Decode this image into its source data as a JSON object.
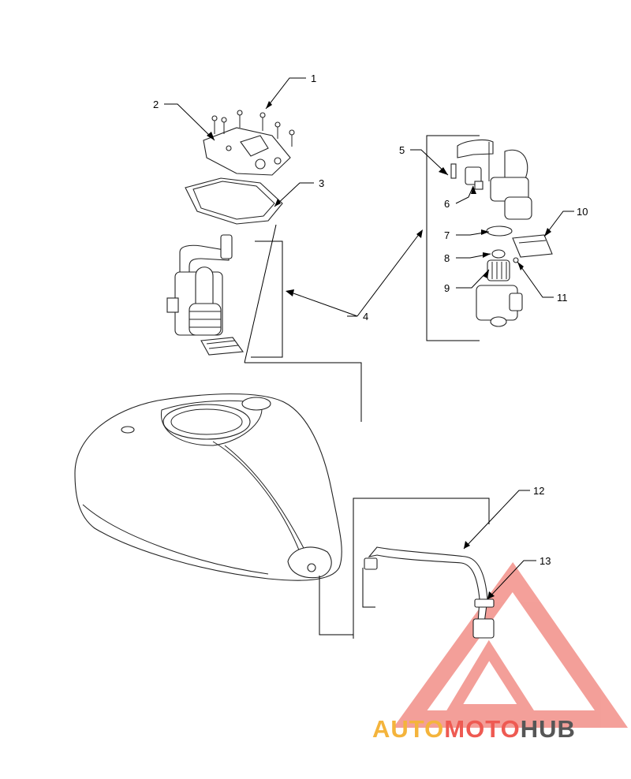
{
  "callouts": [
    "1",
    "2",
    "3",
    "4",
    "5",
    "6",
    "7",
    "8",
    "9",
    "10",
    "11",
    "12",
    "13"
  ],
  "watermark": {
    "part1": "AUTO",
    "part2": "MOTO",
    "part3": "HUB",
    "color_yellow": "#f4b43c",
    "color_red": "#ee5a52",
    "color_dark": "#565656"
  }
}
